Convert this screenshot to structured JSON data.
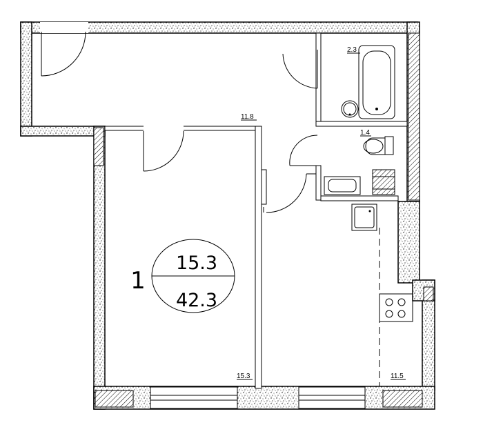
{
  "plan": {
    "room_number": "1",
    "living_area": "15.3",
    "total_area": "42.3",
    "rooms": {
      "hall": "11.8",
      "bathroom": "2.3",
      "toilet": "1.4",
      "bedroom": "15.3",
      "kitchen": "11.5"
    }
  }
}
